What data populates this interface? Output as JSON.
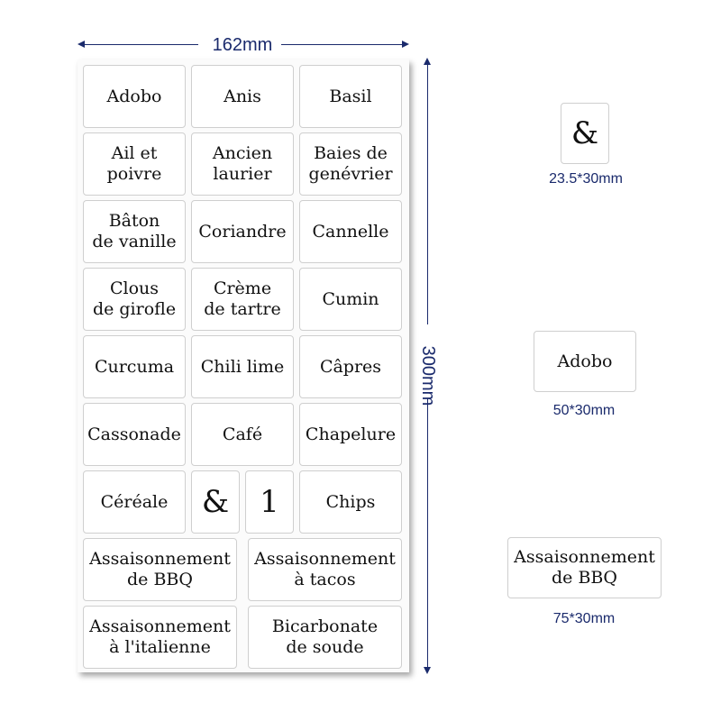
{
  "dimensions": {
    "width_label": "162mm",
    "height_label": "300mm"
  },
  "sheet": {
    "rows": [
      [
        "Adobo",
        "Anis",
        "Basil"
      ],
      [
        "Ail et\npoivre",
        "Ancien\nlaurier",
        "Baies de\ngenévrier"
      ],
      [
        "Bâton\nde vanille",
        "Coriandre",
        "Cannelle"
      ],
      [
        "Clous\nde girofle",
        "Crème\nde tartre",
        "Cumin"
      ],
      [
        "Curcuma",
        "Chili lime",
        "Câpres"
      ],
      [
        "Cassonade",
        "Café",
        "Chapelure"
      ],
      [
        "Céréale",
        "&",
        "1",
        "Chips"
      ],
      [
        "Assaisonnement\nde BBQ",
        "Assaisonnement\nà tacos"
      ],
      [
        "Assaisonnement\nà l'italienne",
        "Bicarbonate\nde soude"
      ]
    ]
  },
  "samples": [
    {
      "text": "&",
      "size_label": "23.5*30mm"
    },
    {
      "text": "Adobo",
      "size_label": "50*30mm"
    },
    {
      "text": "Assaisonnement\nde BBQ",
      "size_label": "75*30mm"
    }
  ],
  "colors": {
    "dimension_text": "#1a2a6c",
    "sticker_border": "#cfcfcf",
    "sticker_text": "#111111"
  }
}
